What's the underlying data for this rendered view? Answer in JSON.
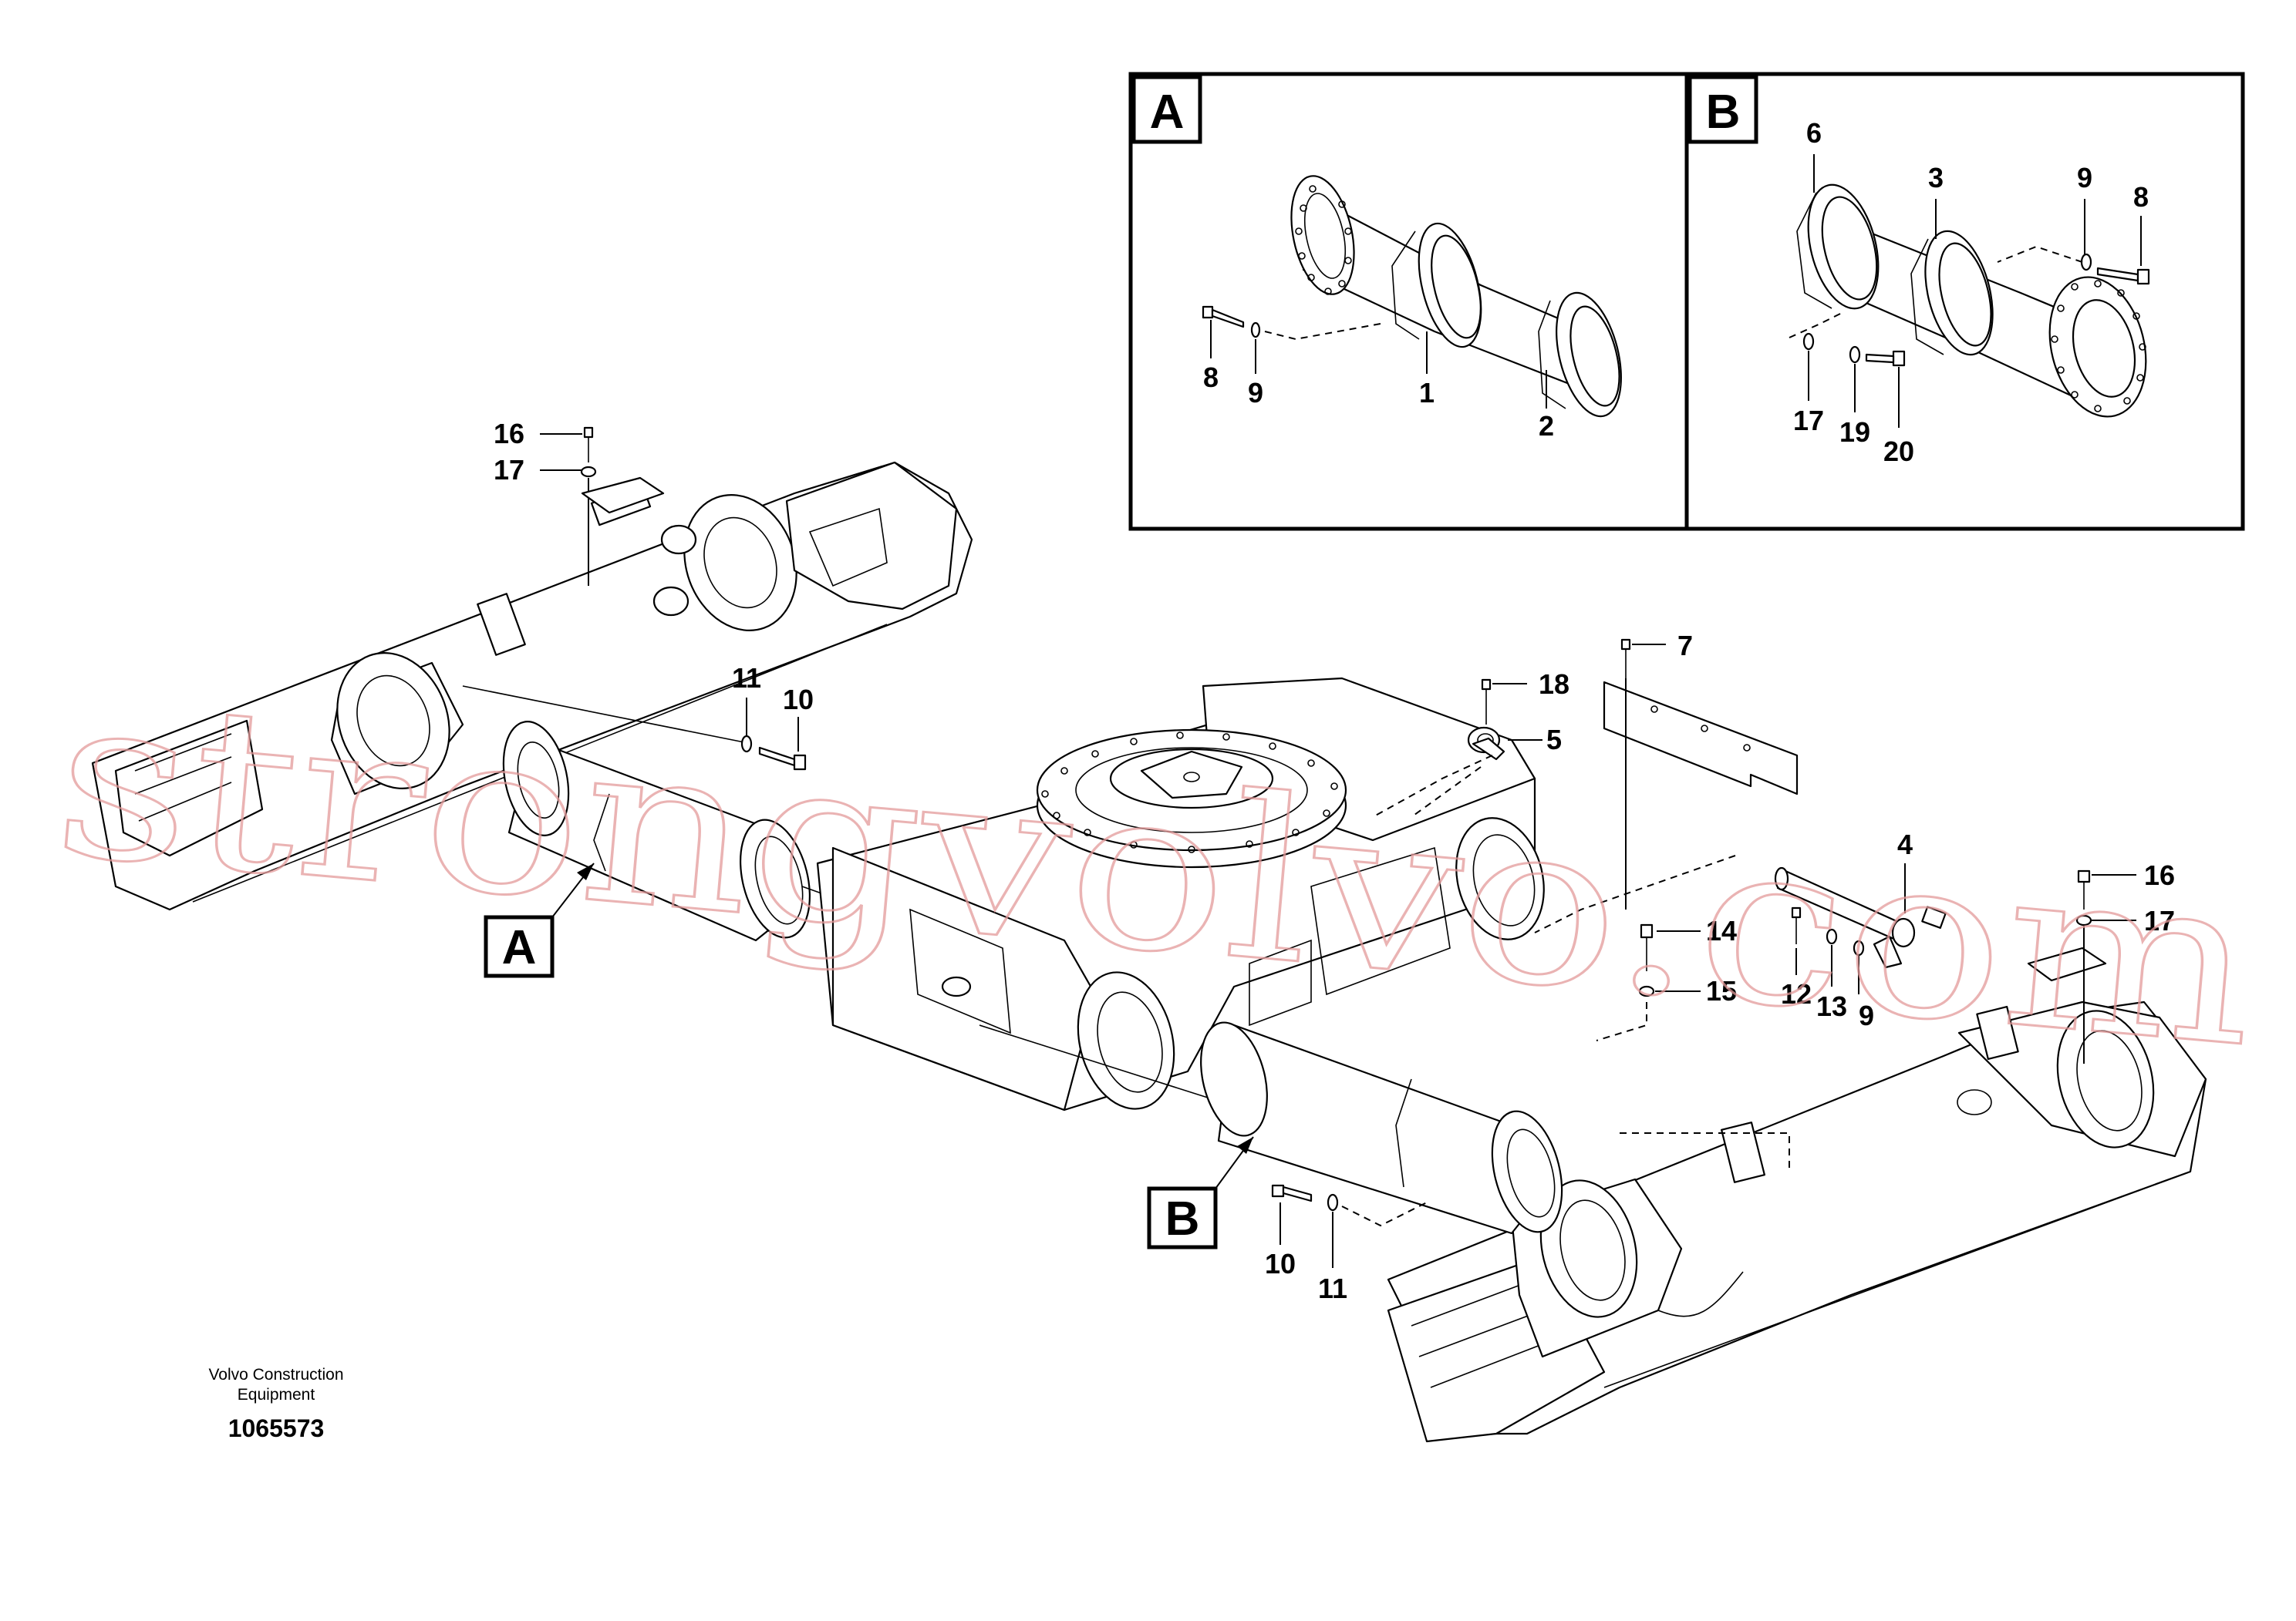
{
  "caption": {
    "company_line1": "Volvo Construction",
    "company_line2": "Equipment",
    "document_number": "1065573"
  },
  "watermark": "strongvolvo.com",
  "panel_A": {
    "letter": "A",
    "callouts": {
      "c8": "8",
      "c9": "9",
      "c1": "1",
      "c2": "2"
    }
  },
  "panel_B": {
    "letter": "B",
    "callouts": {
      "c6": "6",
      "c3": "3",
      "c9": "9",
      "c8": "8",
      "c17": "17",
      "c19": "19",
      "c20": "20"
    }
  },
  "main": {
    "marker_A": "A",
    "marker_B": "B",
    "callouts": {
      "c16_left": "16",
      "c17_left": "17",
      "c11_top": "11",
      "c10_top": "10",
      "c18": "18",
      "c7": "7",
      "c5": "5",
      "c4": "4",
      "c14": "14",
      "c15": "15",
      "c12": "12",
      "c13": "13",
      "c9": "9",
      "c16_right": "16",
      "c17_right": "17",
      "c10_bottom": "10",
      "c11_bottom": "11"
    }
  }
}
